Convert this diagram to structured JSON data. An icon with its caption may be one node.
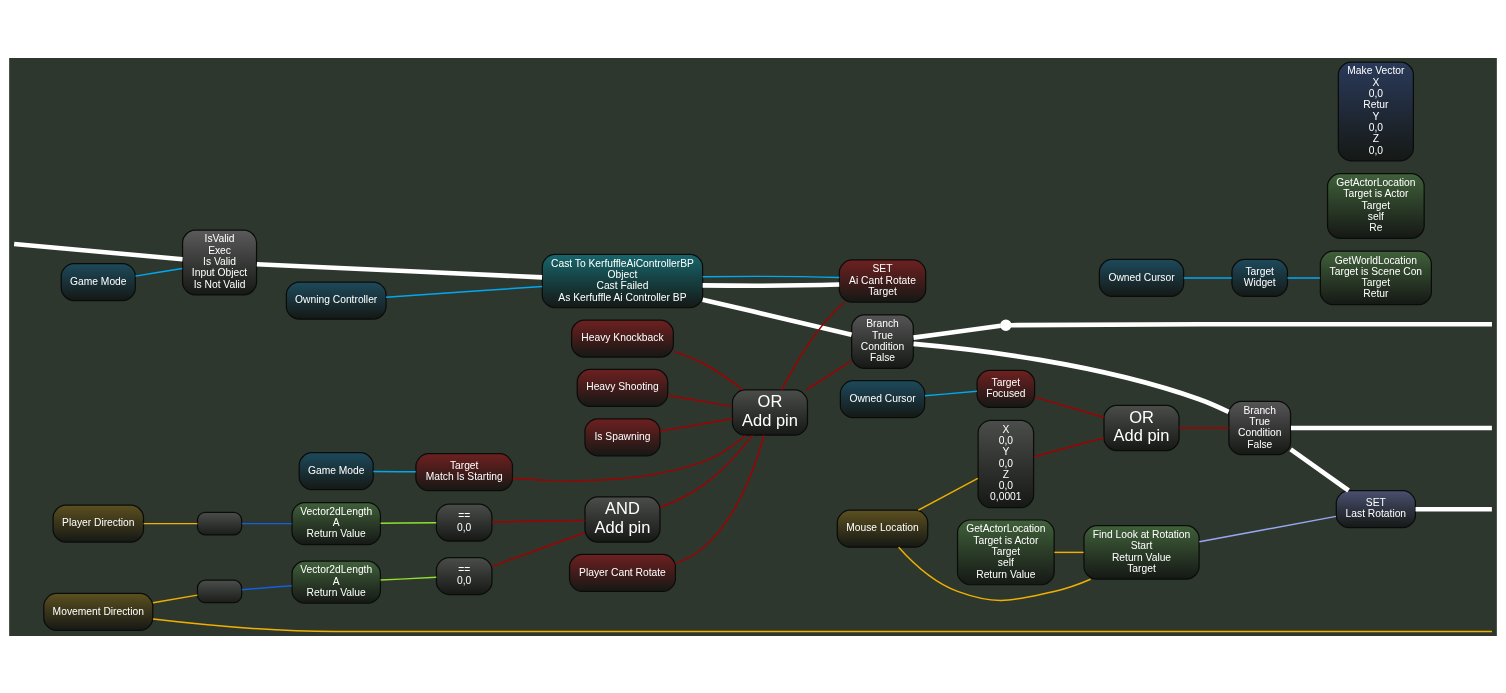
{
  "diagram": {
    "nodes": [
      {
        "text": [
          "SET",
          "Ai Cant Rotate",
          "Target"
        ]
      },
      {
        "text": [
          "GetActorLocation",
          "Target is Actor",
          "Target",
          "self",
          "Return Value"
        ]
      },
      {
        "text": [
          "Find Look at Rotation",
          "Start",
          "Return Value",
          "Target"
        ]
      },
      {
        "text": [
          "Mouse Location"
        ]
      },
      {
        "text": [
          "X",
          "0,0",
          "Y",
          "0,0",
          "Z",
          "0,0",
          "0,0001"
        ]
      },
      {
        "text": [
          "SET",
          "Last Rotation"
        ]
      },
      {
        "text": [],
        "shape": "circle"
      },
      {
        "text": [
          "IsValid",
          "Exec",
          "Is Valid",
          "Input Object",
          "Is Not Valid"
        ]
      },
      {
        "text": [
          "Game Mode"
        ]
      },
      {
        "text": [
          "Cast To KerfuffleAiControllerBP",
          "Object",
          "Cast Failed",
          "As Kerfuffle Ai Controller BP"
        ]
      },
      {
        "text": [
          "Owning Controller"
        ]
      },
      {
        "text": [
          "Branch",
          "True",
          "Condition",
          "False"
        ]
      },
      {
        "text": [
          "Branch",
          "True",
          "Condition",
          "False"
        ]
      },
      {
        "text": [
          "Player Direction"
        ]
      },
      {
        "text": [],
        "shape": "box"
      },
      {
        "text": [
          "Vector2dLength",
          "A",
          "Return Value"
        ]
      },
      {
        "text": [
          "==",
          "0,0"
        ]
      },
      {
        "text": [
          "Vector2dLength",
          "A",
          "Return Value"
        ]
      },
      {
        "text": [],
        "shape": "box"
      },
      {
        "text": [
          "==",
          "0,0"
        ]
      },
      {
        "text": [
          "AND",
          "Add pin"
        ]
      },
      {
        "text": [
          "OR",
          "Add pin"
        ]
      },
      {
        "text": [
          "Player Cant Rotate"
        ]
      },
      {
        "text": [
          "Heavy Knockback"
        ]
      },
      {
        "text": [
          "Owned Cursor"
        ]
      },
      {
        "text": [
          "Target",
          "Focused"
        ]
      },
      {
        "text": [
          "OR",
          "Add pin"
        ]
      },
      {
        "text": [
          "GetActorLocation",
          "Target is Actor",
          "Target",
          "self",
          "Re"
        ]
      },
      {
        "text": [
          "Heavy Shooting"
        ]
      },
      {
        "text": [
          "Is Spawning"
        ]
      },
      {
        "text": [
          "GetWorldLocation",
          "Target is Scene Con",
          "Target",
          "Retur"
        ]
      },
      {
        "text": [
          "Game Mode"
        ]
      },
      {
        "text": [
          "Target",
          "Match Is Starting"
        ]
      },
      {
        "text": [
          "Owned Cursor"
        ]
      },
      {
        "text": [
          "Target",
          "Widget"
        ]
      },
      {
        "text": [
          "Make Vector",
          "X",
          "0,0",
          "Retur",
          "Y",
          "0,0",
          "Z",
          "0,0"
        ]
      },
      {
        "text": [
          "Movement Direction"
        ]
      }
    ],
    "edges": [
      {
        "from": null,
        "to": 7,
        "arrow": "none",
        "style": "thick",
        "color": "#ffffff"
      },
      {
        "from": 8,
        "to": 7,
        "arrow": "none",
        "color": "#00a8f0"
      },
      {
        "from": 7,
        "to": 9,
        "arrow": "none",
        "style": "thick",
        "color": "#ffffff"
      },
      {
        "from": 10,
        "to": 9,
        "arrow": "none",
        "color": "#00a8f0"
      },
      {
        "from": 9,
        "to": 0,
        "arrow": "none",
        "style": "thick",
        "color": "#ffffff"
      },
      {
        "from": 9,
        "to": 0,
        "arrow": "none",
        "color": "#00a8f0"
      },
      {
        "from": 9,
        "to": 11,
        "arrow": "none",
        "style": "thick",
        "color": "#ffffff"
      },
      {
        "from": 21,
        "to": 0,
        "arrow": "none"
      },
      {
        "from": 21,
        "to": 11,
        "arrow": "none"
      },
      {
        "from": 1,
        "to": 2,
        "arrow": "none",
        "color": "#f0b000"
      },
      {
        "from": 3,
        "to": 2,
        "arrow": "none",
        "color": "#f0b000"
      },
      {
        "from": 3,
        "to": 4,
        "arrow": "none",
        "color": "#f0b000"
      },
      {
        "from": 2,
        "to": 5,
        "arrow": "none",
        "color": "#98a8f0"
      },
      {
        "from": 11,
        "to": 6,
        "arrow": "none",
        "style": "thick",
        "color": "#ffffff"
      },
      {
        "from": 6,
        "to": null,
        "arrow": "none",
        "style": "thick",
        "color": "#ffffff"
      },
      {
        "from": 11,
        "to": 12,
        "arrow": "none",
        "style": "thick",
        "color": "#ffffff"
      },
      {
        "from": 12,
        "to": null,
        "arrow": "none",
        "style": "thick",
        "color": "#ffffff"
      },
      {
        "from": 12,
        "to": 5,
        "arrow": "none",
        "style": "thick",
        "color": "#ffffff"
      },
      {
        "from": 5,
        "to": null,
        "arrow": "none",
        "style": "thick",
        "color": "#ffffff"
      },
      {
        "from": 4,
        "to": 26,
        "arrow": "none"
      },
      {
        "from": 26,
        "to": 12,
        "arrow": "none"
      },
      {
        "from": 24,
        "to": 25,
        "arrow": "none",
        "color": "#00a8f0"
      },
      {
        "from": 25,
        "to": 26,
        "arrow": "none"
      },
      {
        "from": 13,
        "to": 14,
        "arrow": "none",
        "color": "#f0b000"
      },
      {
        "from": 14,
        "to": 15,
        "arrow": "none",
        "color": "#1060e0"
      },
      {
        "from": 15,
        "to": 16,
        "arrow": "none",
        "color": "#90e030"
      },
      {
        "from": 16,
        "to": 20,
        "arrow": "none"
      },
      {
        "from": 36,
        "to": 18,
        "arrow": "none",
        "color": "#f0b000"
      },
      {
        "from": 18,
        "to": 17,
        "arrow": "none",
        "color": "#1060e0"
      },
      {
        "from": 17,
        "to": 19,
        "arrow": "none",
        "color": "#90e030"
      },
      {
        "from": 19,
        "to": 20,
        "arrow": "none"
      },
      {
        "from": 20,
        "to": 21,
        "arrow": "none"
      },
      {
        "from": 22,
        "to": 21,
        "arrow": "none"
      },
      {
        "from": 23,
        "to": 21,
        "arrow": "none"
      },
      {
        "from": 28,
        "to": 21,
        "arrow": "none"
      },
      {
        "from": 29,
        "to": 21,
        "arrow": "none"
      },
      {
        "from": 32,
        "to": 21,
        "arrow": "none"
      },
      {
        "from": 31,
        "to": 32,
        "arrow": "none",
        "color": "#00a8f0"
      },
      {
        "from": 33,
        "to": 34,
        "arrow": "none",
        "color": "#00a8f0"
      },
      {
        "from": 34,
        "to": 30,
        "arrow": "none",
        "color": "#00a8f0"
      },
      {
        "from": 36,
        "to": null,
        "arrow": "none",
        "color": "#f0b000"
      }
    ]
  }
}
